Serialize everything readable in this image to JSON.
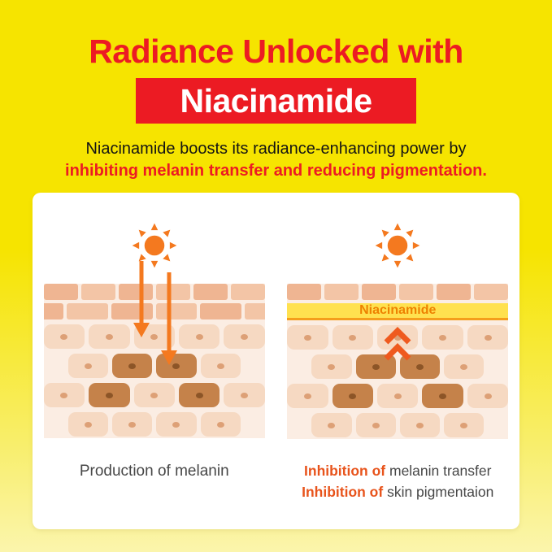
{
  "page": {
    "title_line": "Radiance Unlocked with",
    "highlight": "Niacinamide",
    "subtitle_line1": "Niacinamide boosts its radiance-enhancing power by",
    "subtitle_line2": "inhibiting melanin transfer and reducing pigmentation."
  },
  "panels": {
    "left": {
      "caption": "Production of melanin",
      "diagram_rows": [
        [
          "light",
          "light",
          "light",
          "light",
          "light"
        ],
        [
          "light",
          "dark",
          "dark",
          "light"
        ],
        [
          "light",
          "dark",
          "light",
          "dark",
          "light"
        ],
        [
          "light",
          "light",
          "light",
          "light"
        ]
      ],
      "brick_rows": [
        6,
        6
      ]
    },
    "right": {
      "band_label": "Niacinamide",
      "caption1_emphasis": "Inhibition of",
      "caption1_rest": " melanin transfer",
      "caption2_emphasis": "Inhibition of",
      "caption2_rest": " skin pigmentaion",
      "diagram_rows": [
        [
          "light",
          "light",
          "light",
          "light",
          "light"
        ],
        [
          "light",
          "dark",
          "dark",
          "light"
        ],
        [
          "light",
          "dark",
          "light",
          "dark",
          "light"
        ],
        [
          "light",
          "light",
          "light",
          "light"
        ]
      ],
      "brick_rows": [
        6
      ]
    }
  },
  "colors": {
    "background_yellow": "#F6E400",
    "red": "#EC1B23",
    "orange": "#F4791F",
    "chevron_orange": "#EF5A1F",
    "band_yellow": "#FFE14F",
    "band_text_orange": "#EE8200",
    "light_cell": "#F6D9C2",
    "melanin_cell": "#C5824A",
    "caption_gray": "#474747",
    "caption_emphasis": "#E8541C"
  }
}
